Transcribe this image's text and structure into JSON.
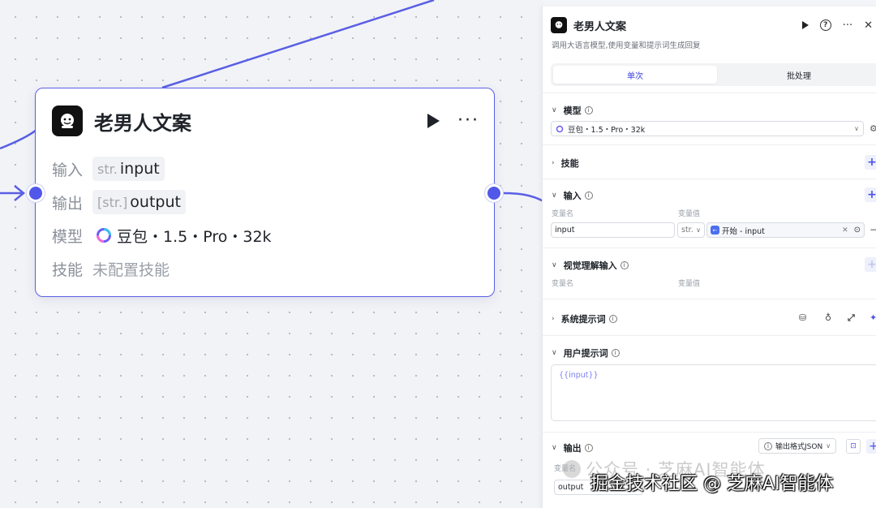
{
  "node": {
    "title": "老男人文案",
    "rows": {
      "input_label": "输入",
      "input_type": "str.",
      "input_name": "input",
      "output_label": "输出",
      "output_type": "[str.]",
      "output_name": "output",
      "model_label": "模型",
      "model_value": "豆包・1.5・Pro・32k",
      "skill_label": "技能",
      "skill_value": "未配置技能"
    }
  },
  "panel": {
    "title": "老男人文案",
    "description": "调用大语言模型,使用变量和提示词生成回复",
    "tabs": [
      "单次",
      "批处理"
    ],
    "model_section": {
      "title": "模型",
      "selected": "豆包・1.5・Pro・32k"
    },
    "skill_section": {
      "title": "技能"
    },
    "input_section": {
      "title": "输入",
      "col_name": "变量名",
      "col_value": "变量值",
      "var_name": "input",
      "var_type": "str.",
      "ref_label": "开始 - input"
    },
    "vision_section": {
      "title": "视觉理解输入",
      "col_name": "变量名",
      "col_value": "变量值"
    },
    "system_prompt": {
      "title": "系统提示词"
    },
    "user_prompt": {
      "title": "用户提示词",
      "content": "{{input}}"
    },
    "output_section": {
      "title": "输出",
      "format_label": "输出格式JSON",
      "col_name": "变量名",
      "var_name": "output"
    }
  },
  "watermark": {
    "line1": "公众号 · 芝麻AI智能体",
    "line2": "掘金技术社区 @ 芝麻AI智能体"
  }
}
